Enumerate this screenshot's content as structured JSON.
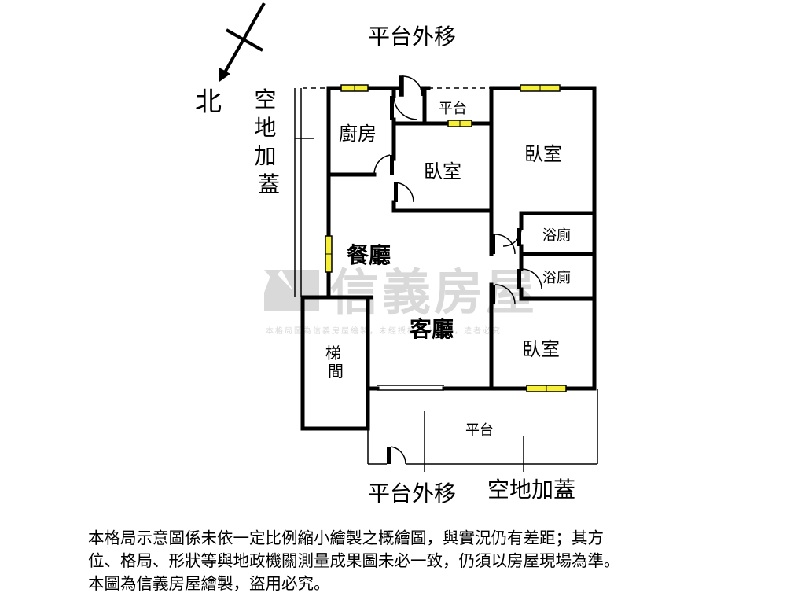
{
  "compass": {
    "north_label": "北"
  },
  "annotations": {
    "platform_move_top": "平台外移",
    "platform_move_bottom": "平台外移",
    "vacant_addition_left": "空地加蓋",
    "vacant_addition_bottom": "空地加蓋"
  },
  "rooms": {
    "kitchen": "廚房",
    "bedroom_middle": "臥室",
    "bedroom_right": "臥室",
    "bedroom_lower": "臥室",
    "platform_top": "平台",
    "bathroom_1": "浴廁",
    "bathroom_2": "浴廁",
    "dining": "餐廳",
    "living": "客廳",
    "stairwell": "梯間",
    "platform_bottom": "平台"
  },
  "watermark": {
    "brand": "信義房屋",
    "notice": "本格局圖為信義房屋繪製，未經授權禁止盜用，違者必究"
  },
  "disclaimer": {
    "line1": "本格局示意圖係未依一定比例縮小繪製之概繪圖，與實況仍有差距；其方",
    "line2": "位、格局、形狀等與地政機關測量成果圖未必一致，仍須以房屋現場為準。",
    "line3": "本圖為信義房屋繪製，盜用必究。"
  },
  "colors": {
    "wall": "#000000",
    "window": "#f5ef3a",
    "watermark": "#d9d9d9"
  }
}
